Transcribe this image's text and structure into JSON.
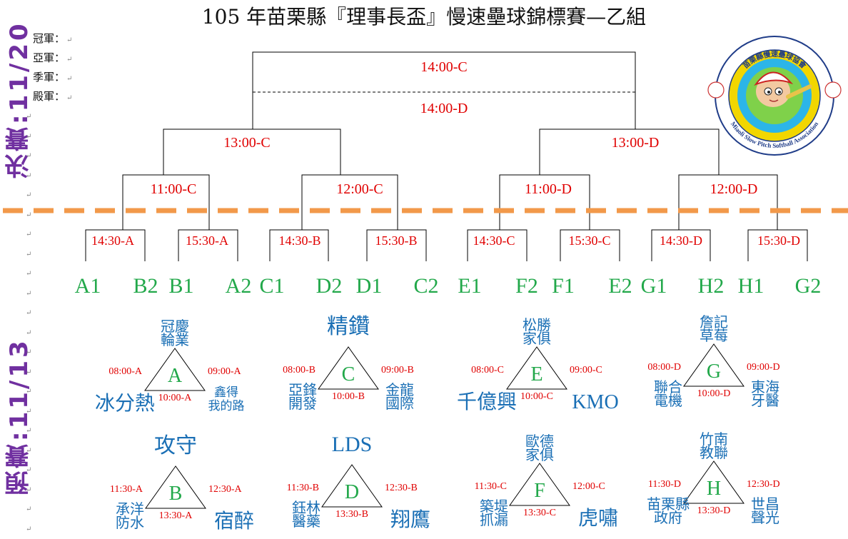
{
  "title": "105 年苗栗縣『理事長盃』慢速壘球錦標賽—乙組",
  "awards": [
    "冠軍：",
    "亞軍：",
    "季軍：",
    "殿軍："
  ],
  "side_labels": {
    "final": "決賽:11/20",
    "prelim": "預賽:11/13"
  },
  "logo": {
    "text_top": "苗栗縣慢速壘球協會",
    "text_bottom": "Miaoli Slow Pitch Softball Association"
  },
  "bracket": {
    "final_top": "14:00-C",
    "final_bottom": "14:00-D",
    "semis": [
      "13:00-C",
      "13:00-D"
    ],
    "quarters": [
      "11:00-C",
      "12:00-C",
      "11:00-D",
      "12:00-D"
    ],
    "first_round": [
      "14:30-A",
      "15:30-A",
      "14:30-B",
      "15:30-B",
      "14:30-C",
      "15:30-C",
      "14:30-D",
      "15:30-D"
    ],
    "slots": [
      "A1",
      "B2",
      "B1",
      "A2",
      "C1",
      "D2",
      "D1",
      "C2",
      "E1",
      "F2",
      "F1",
      "E2",
      "G1",
      "H2",
      "H1",
      "G2"
    ]
  },
  "groups": [
    {
      "letter": "A",
      "top": [
        "冠慶",
        "輪業"
      ],
      "left": [
        "冰分熱"
      ],
      "right": [
        "鑫得",
        "我的路"
      ],
      "tl": "08:00-A",
      "tr": "09:00-A",
      "b": "10:00-A"
    },
    {
      "letter": "C",
      "top": [
        "精鑽"
      ],
      "left": [
        "亞鋒",
        "開發"
      ],
      "right": [
        "金龍",
        "國際"
      ],
      "tl": "08:00-B",
      "tr": "09:00-B",
      "b": "10:00-B"
    },
    {
      "letter": "E",
      "top": [
        "松勝",
        "家俱"
      ],
      "left": [
        "千億興"
      ],
      "right": [
        "KMO"
      ],
      "tl": "08:00-C",
      "tr": "09:00-C",
      "b": "10:00-C"
    },
    {
      "letter": "G",
      "top": [
        "詹記",
        "草莓"
      ],
      "left": [
        "聯合",
        "電機"
      ],
      "right": [
        "東海",
        "牙醫"
      ],
      "tl": "08:00-D",
      "tr": "09:00-D",
      "b": "10:00-D"
    },
    {
      "letter": "B",
      "top": [
        "攻守"
      ],
      "left": [
        "承洋",
        "防水"
      ],
      "right": [
        "宿醉"
      ],
      "tl": "11:30-A",
      "tr": "12:30-A",
      "b": "13:30-A"
    },
    {
      "letter": "D",
      "top": [
        "LDS"
      ],
      "left": [
        "鈺林",
        "醫藥"
      ],
      "right": [
        "翔鷹"
      ],
      "tl": "11:30-B",
      "tr": "12:30-B",
      "b": "13:30-B"
    },
    {
      "letter": "F",
      "top": [
        "歐德",
        "家俱"
      ],
      "left": [
        "築堤",
        "抓漏"
      ],
      "right": [
        "虎嘯"
      ],
      "tl": "11:30-C",
      "tr": "12:00-C",
      "b": "13:30-C"
    },
    {
      "letter": "H",
      "top": [
        "竹南",
        "教聯"
      ],
      "left": [
        "苗栗縣",
        "政府"
      ],
      "right": [
        "世昌",
        "聲光"
      ],
      "tl": "11:30-D",
      "tr": "12:30-D",
      "b": "13:30-D"
    }
  ],
  "colors": {
    "red": "#e00000",
    "green": "#22a84a",
    "blue": "#1a6fb5",
    "purple": "#7030a0",
    "orange": "#f2994a"
  }
}
